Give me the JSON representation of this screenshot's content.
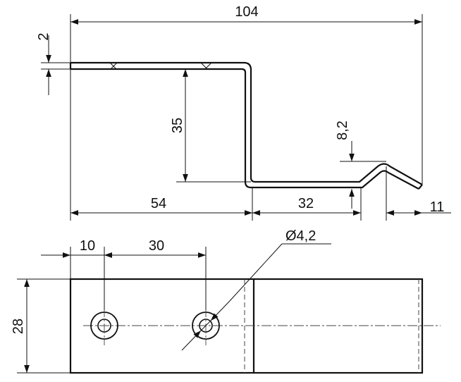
{
  "drawing": {
    "dimensions": {
      "overall_length": "104",
      "sheet_thickness": "2",
      "step_height": "35",
      "hook_height": "8,2",
      "upper_length": "54",
      "lower_length": "32",
      "hook_length": "11",
      "hole1_offset": "10",
      "hole_spacing": "30",
      "hole_diameter": "Ø4,2",
      "strip_width": "28"
    }
  }
}
